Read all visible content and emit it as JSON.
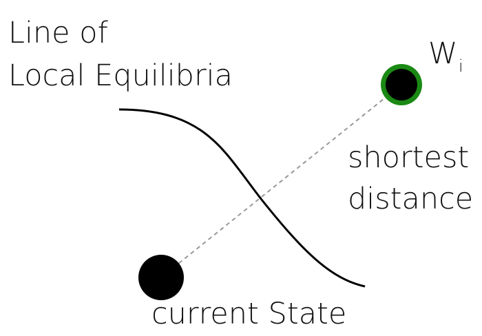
{
  "labels": {
    "curve_line1": "Line of",
    "curve_line2": "Local Equilibria",
    "target_main": "W",
    "target_sub": "i",
    "distance_line1": "shortest",
    "distance_line2": "distance",
    "current": "current State"
  },
  "colors": {
    "ink": "#000000",
    "target_ring": "#1a8a14",
    "dashed_line": "#999999",
    "text": "#111111"
  }
}
